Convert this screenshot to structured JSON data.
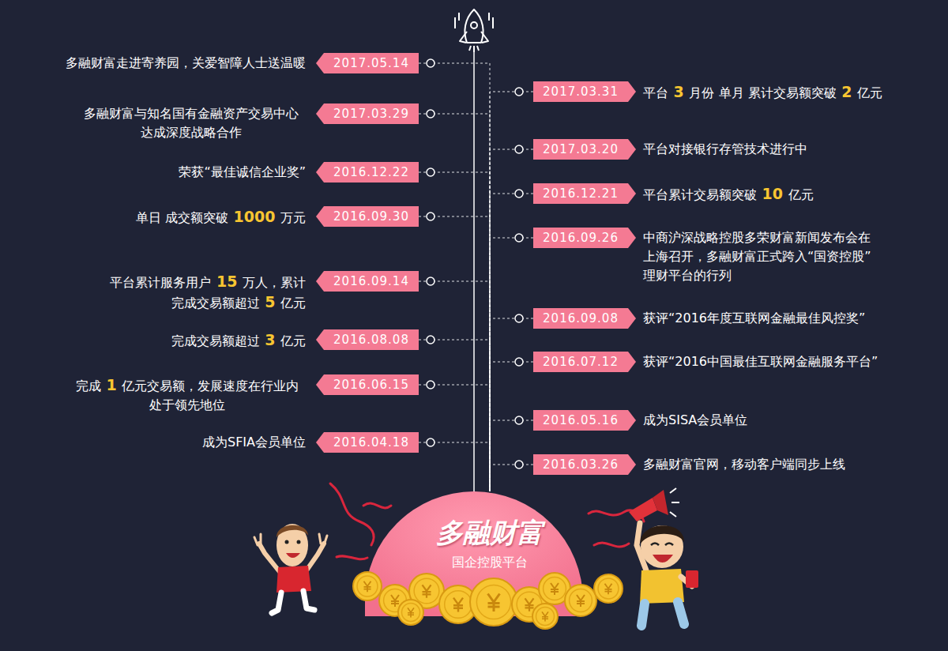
{
  "diagram": {
    "nodes": [
      {
        "text": [
          "2017.05.14",
          "多融财富走进寄养园，关爱智障人士送温暖"
        ]
      },
      {
        "text": [
          "2017.03.31",
          "平台 3 月份 单月 累计交易额突破 2 亿元"
        ]
      },
      {
        "text": [
          "2017.03.29",
          "多融财富与知名国有金融资产交易中心 达成深度战略合作"
        ]
      },
      {
        "text": [
          "2017.03.20",
          "平台对接银行存管技术进行中"
        ]
      },
      {
        "text": [
          "2016.12.22",
          "荣获“最佳诚信企业奖”"
        ]
      },
      {
        "text": [
          "2016.12.21",
          "平台累计交易额突破 10 亿元"
        ]
      },
      {
        "text": [
          "2016.09.30",
          "单日 成交额突破 1000 万元"
        ]
      },
      {
        "text": [
          "2016.09.26",
          "中商沪深战略控股多荣财富新闻发布会在 上海召开，多融财富正式跨入“国资控股” 理财平台的行列"
        ]
      },
      {
        "text": [
          "2016.09.14",
          "平台累计服务用户 15 万人，累计 完成交易额超过 5 亿元"
        ]
      },
      {
        "text": [
          "2016.09.08",
          "获评“2016年度互联网金融最佳风控奖”"
        ]
      },
      {
        "text": [
          "2016.08.08",
          "完成交易额超过 3 亿元"
        ]
      },
      {
        "text": [
          "2016.07.12",
          "获评“2016中国最佳互联网金融服务平台”"
        ]
      },
      {
        "text": [
          "2016.06.15",
          "完成 1 亿元交易额，发展速度在行业内 处于领先地位"
        ]
      },
      {
        "text": [
          "2016.05.16",
          "成为SISA会员单位"
        ]
      },
      {
        "text": [
          "2016.04.18",
          "成为SFIA会员单位"
        ]
      },
      {
        "text": [
          "2016.03.26",
          "多融财富官网，移动客户端同步上线"
        ]
      },
      {
        "text": [
          "多融财富",
          "国企控股平台"
        ]
      }
    ],
    "edges": [
      {
        "from": 0,
        "to": 16,
        "arrow": "none"
      },
      {
        "from": 1,
        "to": 16,
        "arrow": "none"
      },
      {
        "from": 2,
        "to": 16,
        "arrow": "none"
      },
      {
        "from": 3,
        "to": 16,
        "arrow": "none"
      },
      {
        "from": 4,
        "to": 16,
        "arrow": "none"
      },
      {
        "from": 5,
        "to": 16,
        "arrow": "none"
      },
      {
        "from": 6,
        "to": 16,
        "arrow": "none"
      },
      {
        "from": 7,
        "to": 16,
        "arrow": "none"
      },
      {
        "from": 8,
        "to": 16,
        "arrow": "none"
      },
      {
        "from": 9,
        "to": 16,
        "arrow": "none"
      },
      {
        "from": 10,
        "to": 16,
        "arrow": "none"
      },
      {
        "from": 11,
        "to": 16,
        "arrow": "none"
      },
      {
        "from": 12,
        "to": 16,
        "arrow": "none"
      },
      {
        "from": 13,
        "to": 16,
        "arrow": "none"
      },
      {
        "from": 14,
        "to": 16,
        "arrow": "none"
      },
      {
        "from": 15,
        "to": 16,
        "arrow": "none"
      }
    ]
  }
}
